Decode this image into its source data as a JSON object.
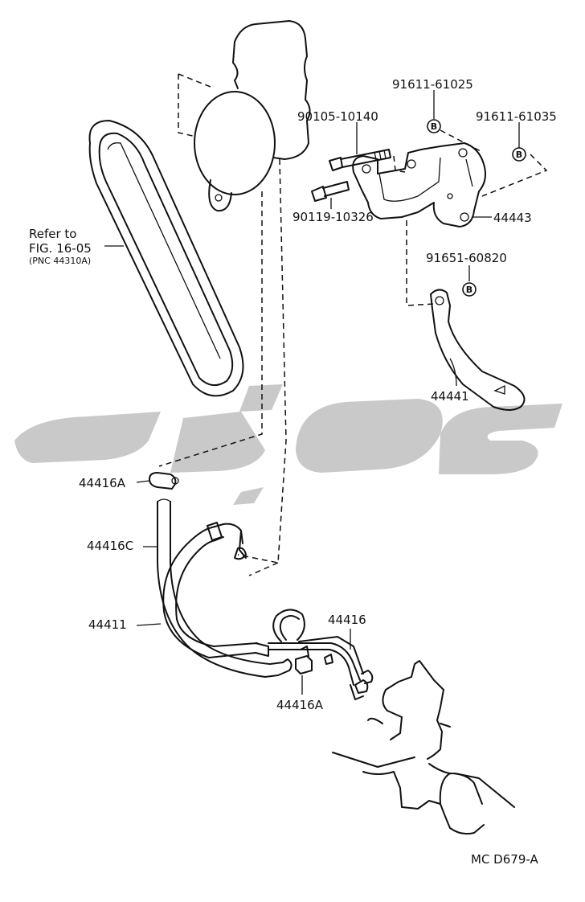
{
  "labels": {
    "p1": "91611-61025",
    "p2": "91611-61035",
    "p3": "90105-10140",
    "p4": "90119-10326",
    "p5": "44443",
    "p6": "91651-60820",
    "p7": "44441",
    "p8": "44416A",
    "p9": "44416C",
    "p10": "44411",
    "p11": "44416",
    "p12": "44416A",
    "ref1": "Refer to",
    "ref2": "FIG. 16-05",
    "ref3": "(PNC 44310A)",
    "code": "MC  D679-A"
  },
  "badge": "B",
  "colors": {
    "line": "#111111",
    "watermark": "#c9c9c9"
  }
}
